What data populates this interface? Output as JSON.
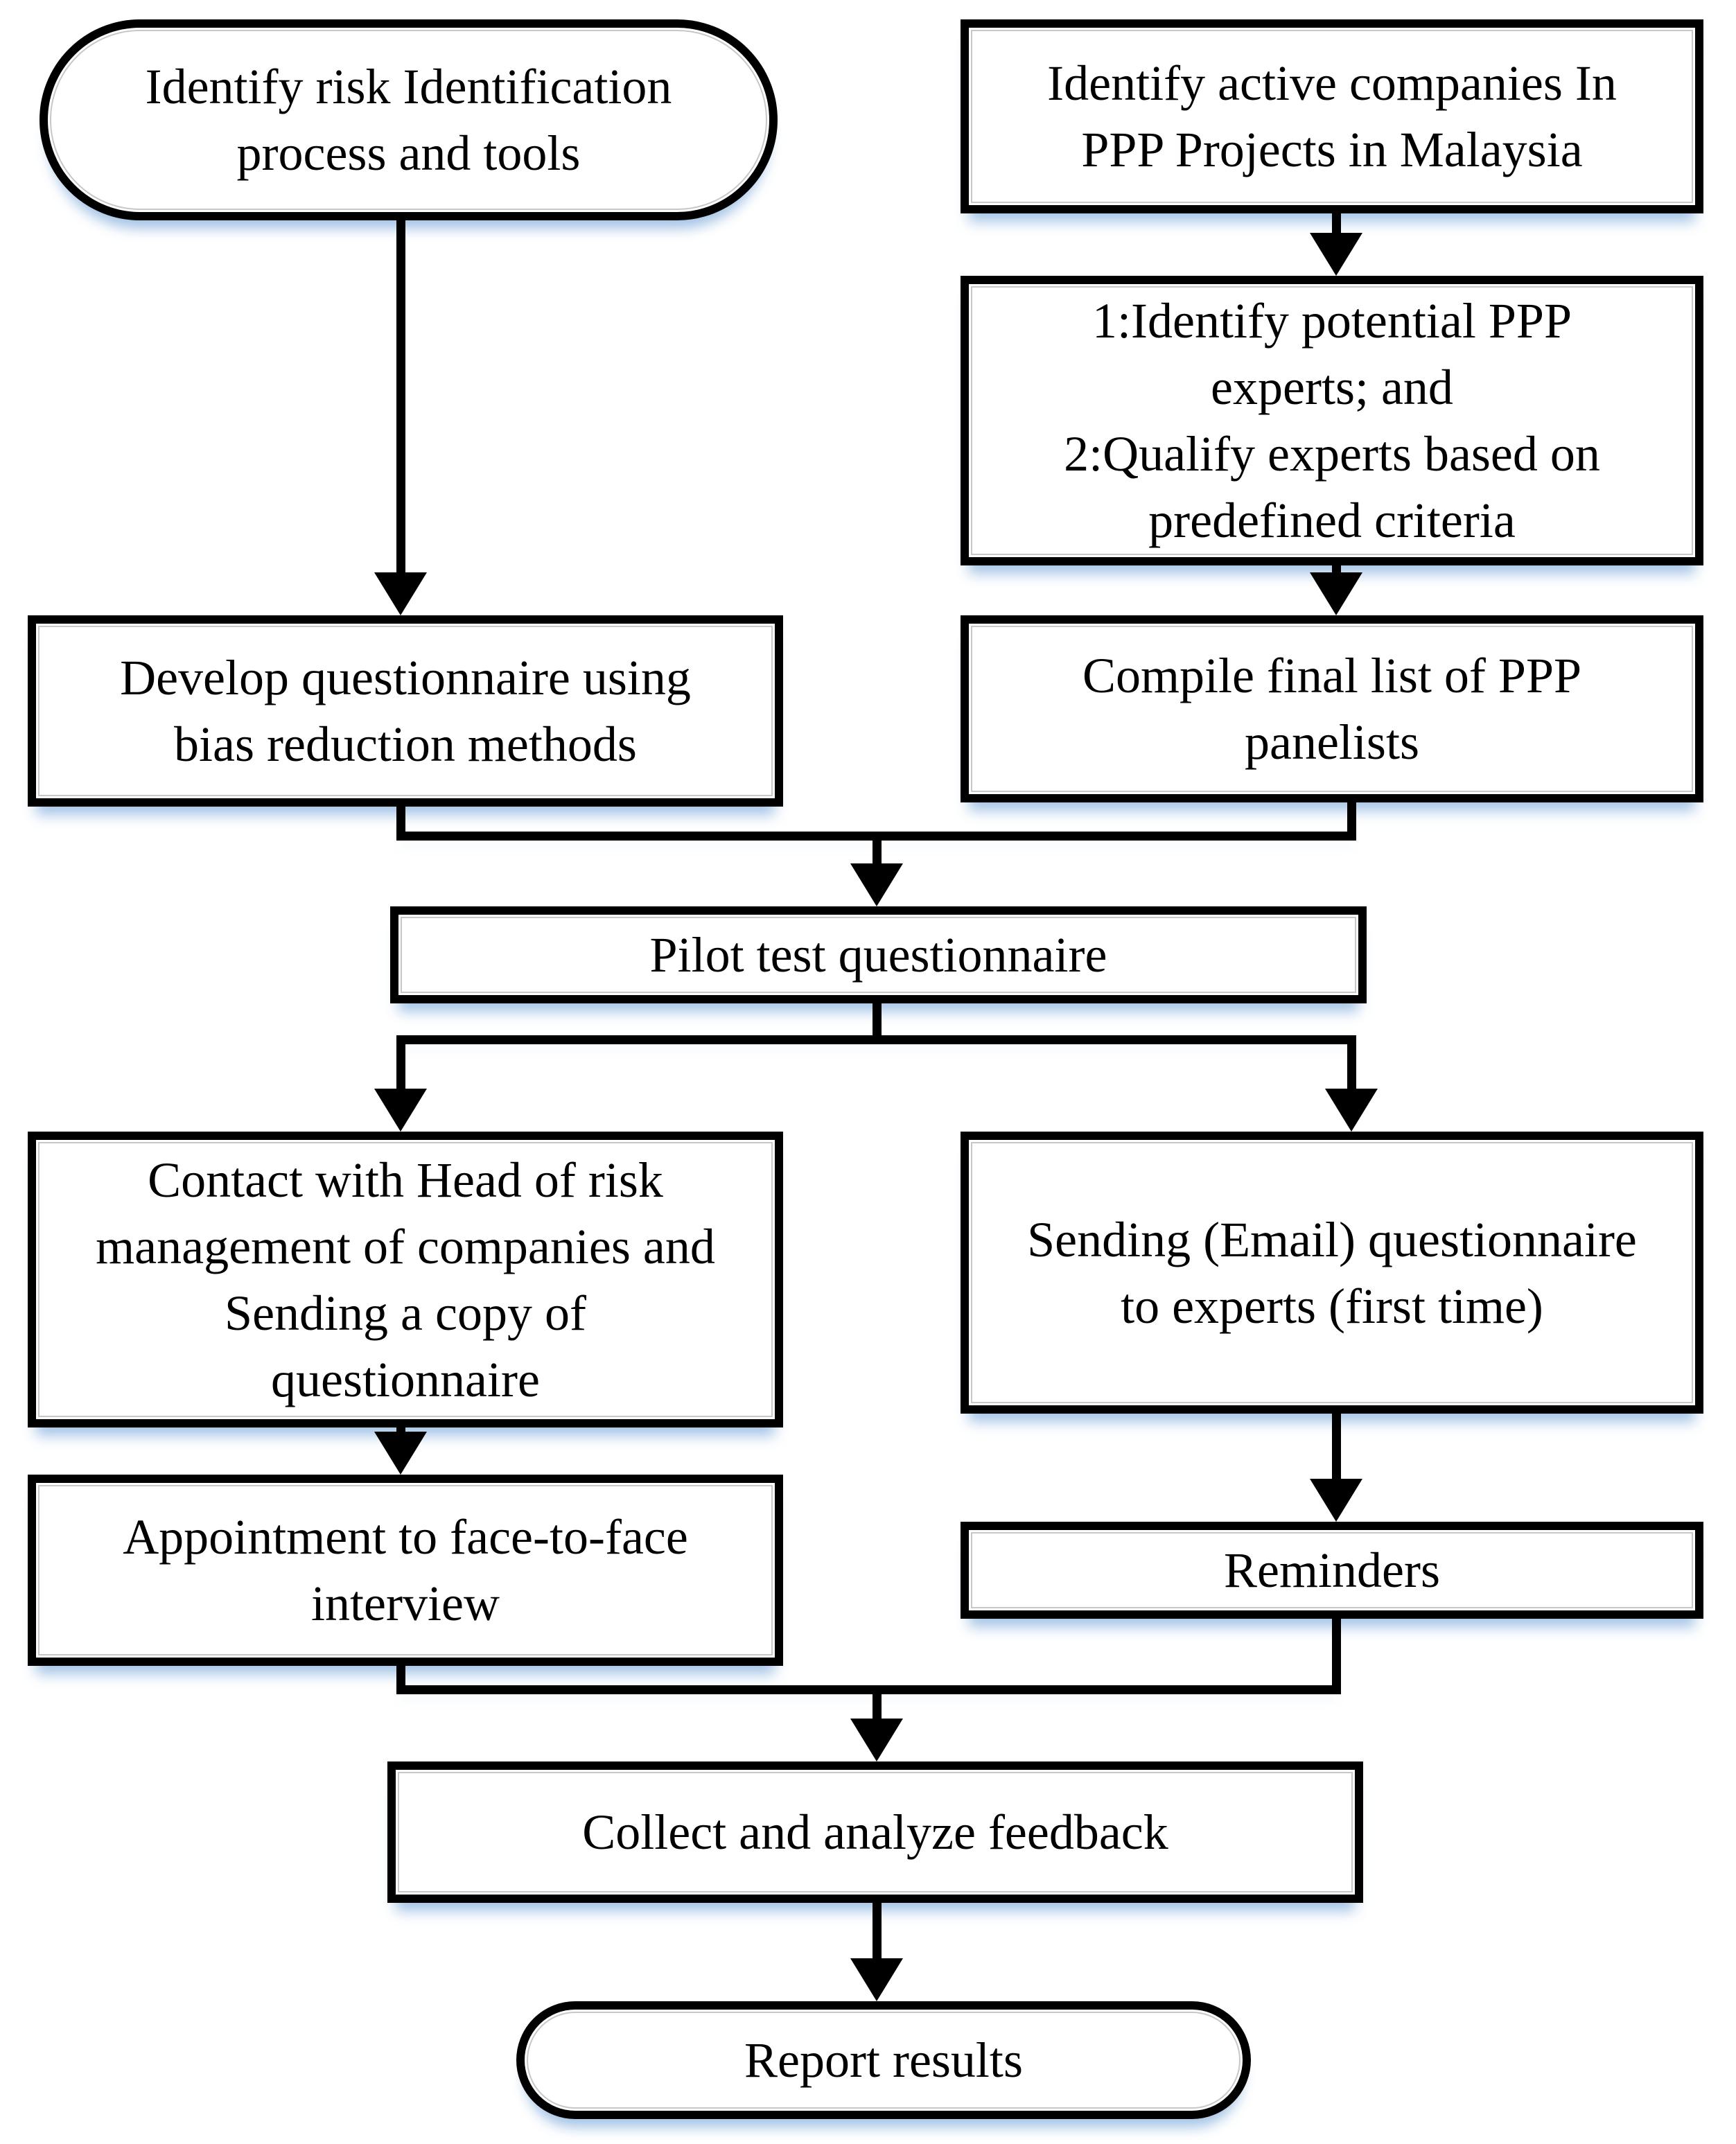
{
  "diagram": {
    "title": "PPP risk questionnaire Delphi process flowchart",
    "colors": {
      "ink": "#000000",
      "box_fill": "#ffffff",
      "shadow_blue": "#8fb5e0",
      "background": "#ffffff"
    },
    "nodes": {
      "identify_risk_tools": {
        "shape": "terminator",
        "label": "Identify risk Identification\nprocess and tools"
      },
      "identify_active_companies": {
        "shape": "process",
        "label": "Identify active companies In\nPPP Projects in Malaysia"
      },
      "identify_qualify_experts": {
        "shape": "process",
        "label": "1:Identify potential PPP\nexperts; and\n2:Qualify experts based on\npredefined criteria"
      },
      "develop_questionnaire": {
        "shape": "process",
        "label": "Develop questionnaire using\nbias reduction methods"
      },
      "compile_final_list": {
        "shape": "process",
        "label": "Compile final list of PPP\npanelists"
      },
      "pilot_test": {
        "shape": "process",
        "label": "Pilot test questionnaire"
      },
      "contact_head_risk": {
        "shape": "process",
        "label": "Contact with Head of risk\nmanagement of companies and\nSending a copy of\nquestionnaire"
      },
      "sending_email": {
        "shape": "process",
        "label": "Sending (Email) questionnaire\nto experts (first time)"
      },
      "appointment_interview": {
        "shape": "process",
        "label": "Appointment to face-to-face\ninterview"
      },
      "reminders": {
        "shape": "process",
        "label": "Reminders"
      },
      "collect_feedback": {
        "shape": "process",
        "label": "Collect and analyze feedback"
      },
      "report_results": {
        "shape": "terminator",
        "label": "Report results"
      }
    },
    "edges": [
      {
        "from": "identify_risk_tools",
        "to": "develop_questionnaire"
      },
      {
        "from": "identify_active_companies",
        "to": "identify_qualify_experts"
      },
      {
        "from": "identify_qualify_experts",
        "to": "compile_final_list"
      },
      {
        "from": "develop_questionnaire",
        "to": "pilot_test"
      },
      {
        "from": "compile_final_list",
        "to": "pilot_test"
      },
      {
        "from": "pilot_test",
        "to": "contact_head_risk"
      },
      {
        "from": "pilot_test",
        "to": "sending_email"
      },
      {
        "from": "contact_head_risk",
        "to": "appointment_interview"
      },
      {
        "from": "sending_email",
        "to": "reminders"
      },
      {
        "from": "appointment_interview",
        "to": "collect_feedback"
      },
      {
        "from": "reminders",
        "to": "collect_feedback"
      },
      {
        "from": "collect_feedback",
        "to": "report_results"
      }
    ]
  }
}
